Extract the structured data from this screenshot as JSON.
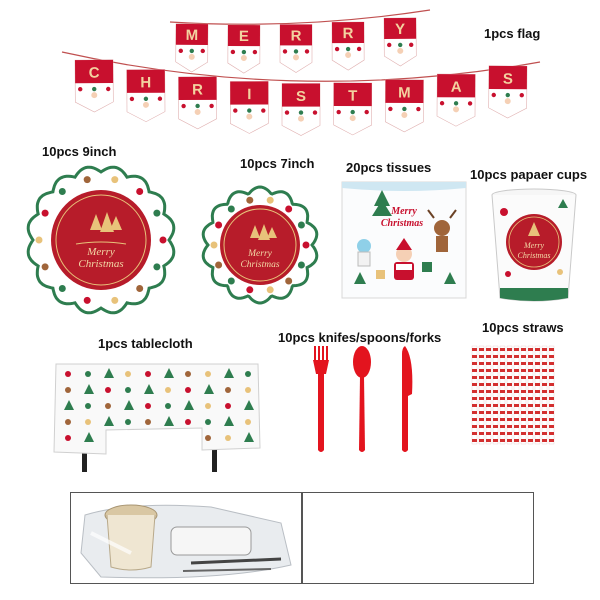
{
  "banner": {
    "row1_letters": [
      "M",
      "E",
      "R",
      "R",
      "Y"
    ],
    "row2_letters": [
      "C",
      "H",
      "R",
      "I",
      "S",
      "T",
      "M",
      "A",
      "S"
    ],
    "label": "1pcs flag"
  },
  "plates": {
    "large_label": "10pcs 9inch",
    "small_label": "10pcs 7inch",
    "emblem_line1": "Merry",
    "emblem_line2": "Christmas"
  },
  "tissues": {
    "label": "20pcs tissues",
    "text_line1": "Merry",
    "text_line2": "Christmas"
  },
  "cups": {
    "label": "10pcs papaer cups",
    "text_line1": "Merry",
    "text_line2": "Christmas"
  },
  "tablecloth": {
    "label": "1pcs tablecloth"
  },
  "cutlery": {
    "label": "10pcs knifes/spoons/forks"
  },
  "straws": {
    "label": "10pcs straws"
  },
  "colors": {
    "red": "#c8102e",
    "dark_red": "#8e1b24",
    "green": "#2e7d4f",
    "gold": "#e8c27a"
  }
}
